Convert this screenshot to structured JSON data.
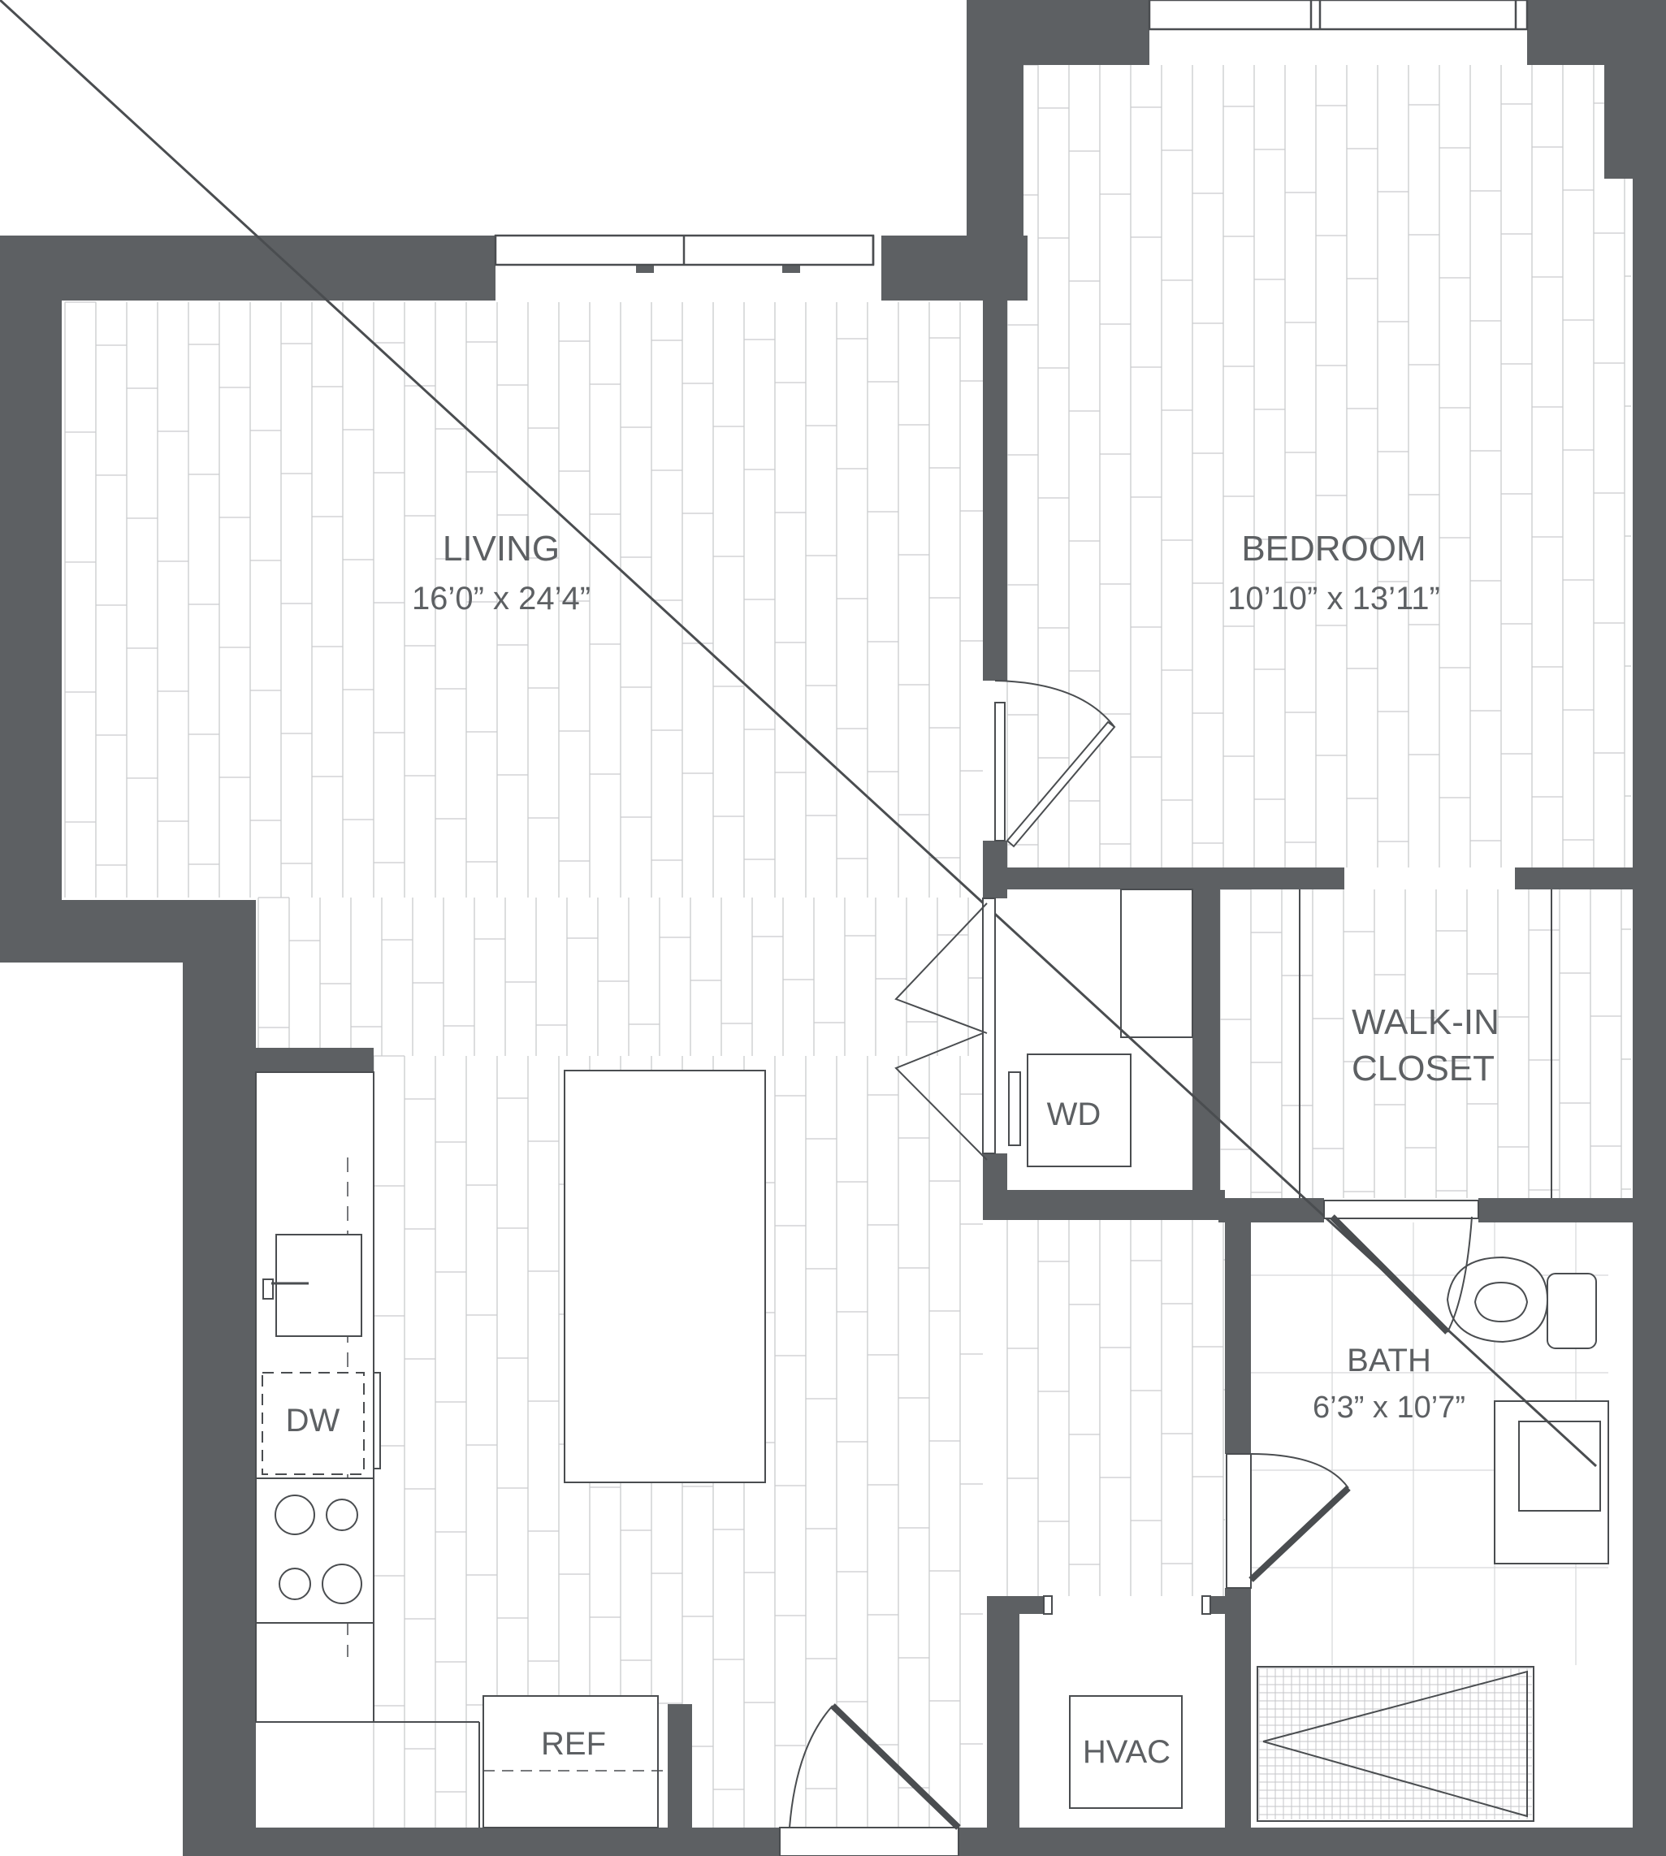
{
  "colors": {
    "wall": "#5d6063",
    "floor_line": "#c9cbcd",
    "fixture": "#4a4d50",
    "background": "#ffffff",
    "text": "#5d6063"
  },
  "icons": [
    "door-swing-icon",
    "sink-icon",
    "burner-icon",
    "toilet-icon",
    "window-icon"
  ],
  "rooms": {
    "living": {
      "name": "LIVING",
      "dims": "16’0” x 24’4”"
    },
    "bedroom": {
      "name": "BEDROOM",
      "dims": "10’10” x 13’11”"
    },
    "closet": {
      "line1": "WALK-IN",
      "line2": "CLOSET"
    },
    "bath": {
      "name": "BATH",
      "dims": "6’3” x 10’7”"
    }
  },
  "fixtures": {
    "wd": "WD",
    "dw": "DW",
    "ref": "REF",
    "hvac": "HVAC"
  }
}
